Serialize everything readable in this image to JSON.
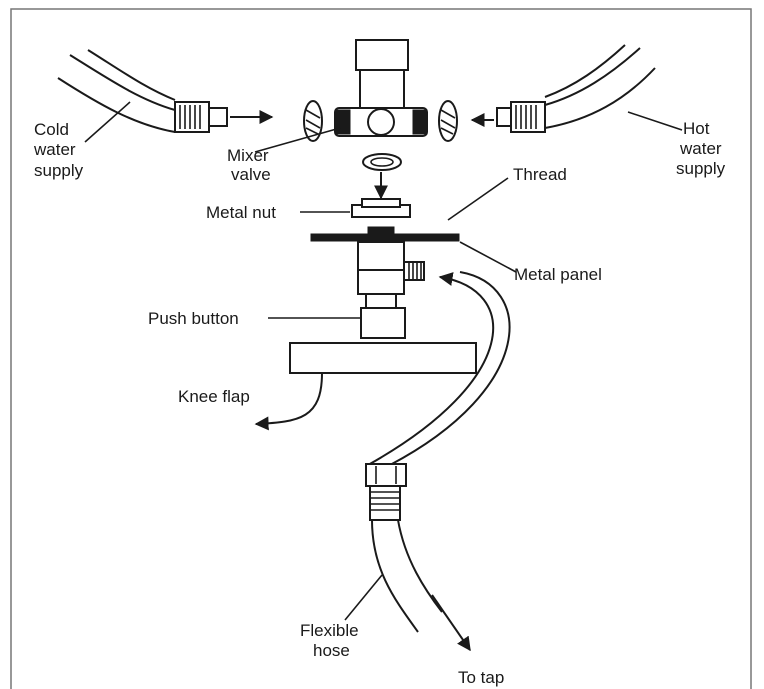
{
  "labels": {
    "cold_water_supply": [
      "Cold",
      "water",
      "supply"
    ],
    "mixer_valve": [
      "Mixer",
      "valve"
    ],
    "hot_water_supply": [
      "Hot",
      "water",
      "supply"
    ],
    "thread": "Thread",
    "metal_nut": "Metal nut",
    "metal_panel": "Metal panel",
    "push_button": "Push button",
    "knee_flap": "Knee flap",
    "flexible_hose": [
      "Flexible",
      "hose"
    ],
    "to_tap": "To tap"
  }
}
